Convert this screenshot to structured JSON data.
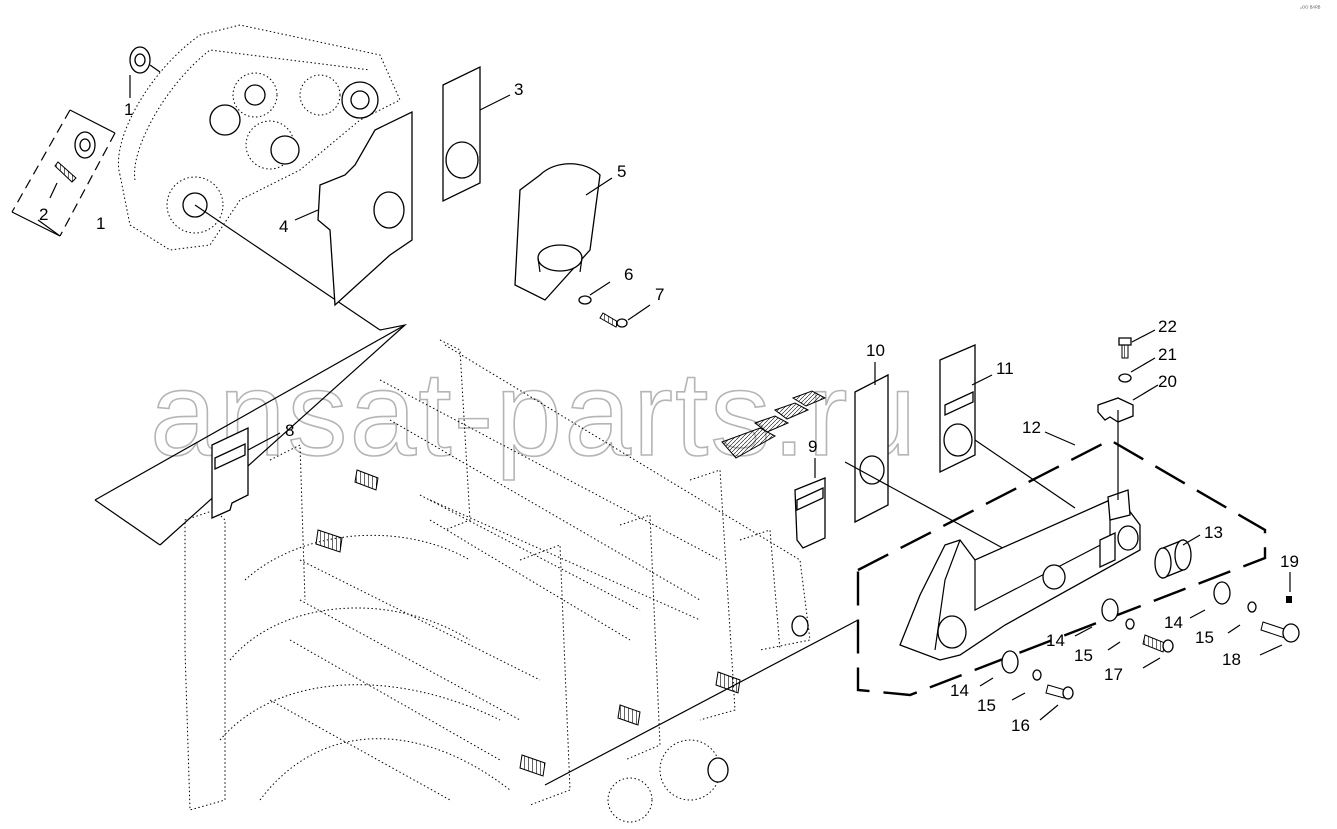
{
  "watermark": "ansat-parts.ru",
  "corner_mark": "▫ᴼᴼ ᴮᴬᴿᴮ",
  "callouts": [
    "1",
    "1",
    "2",
    "3",
    "4",
    "5",
    "6",
    "7",
    "8",
    "9",
    "10",
    "11",
    "12",
    "13",
    "14",
    "14",
    "14",
    "15",
    "15",
    "15",
    "16",
    "17",
    "18",
    "19",
    "20",
    "21",
    "22"
  ]
}
